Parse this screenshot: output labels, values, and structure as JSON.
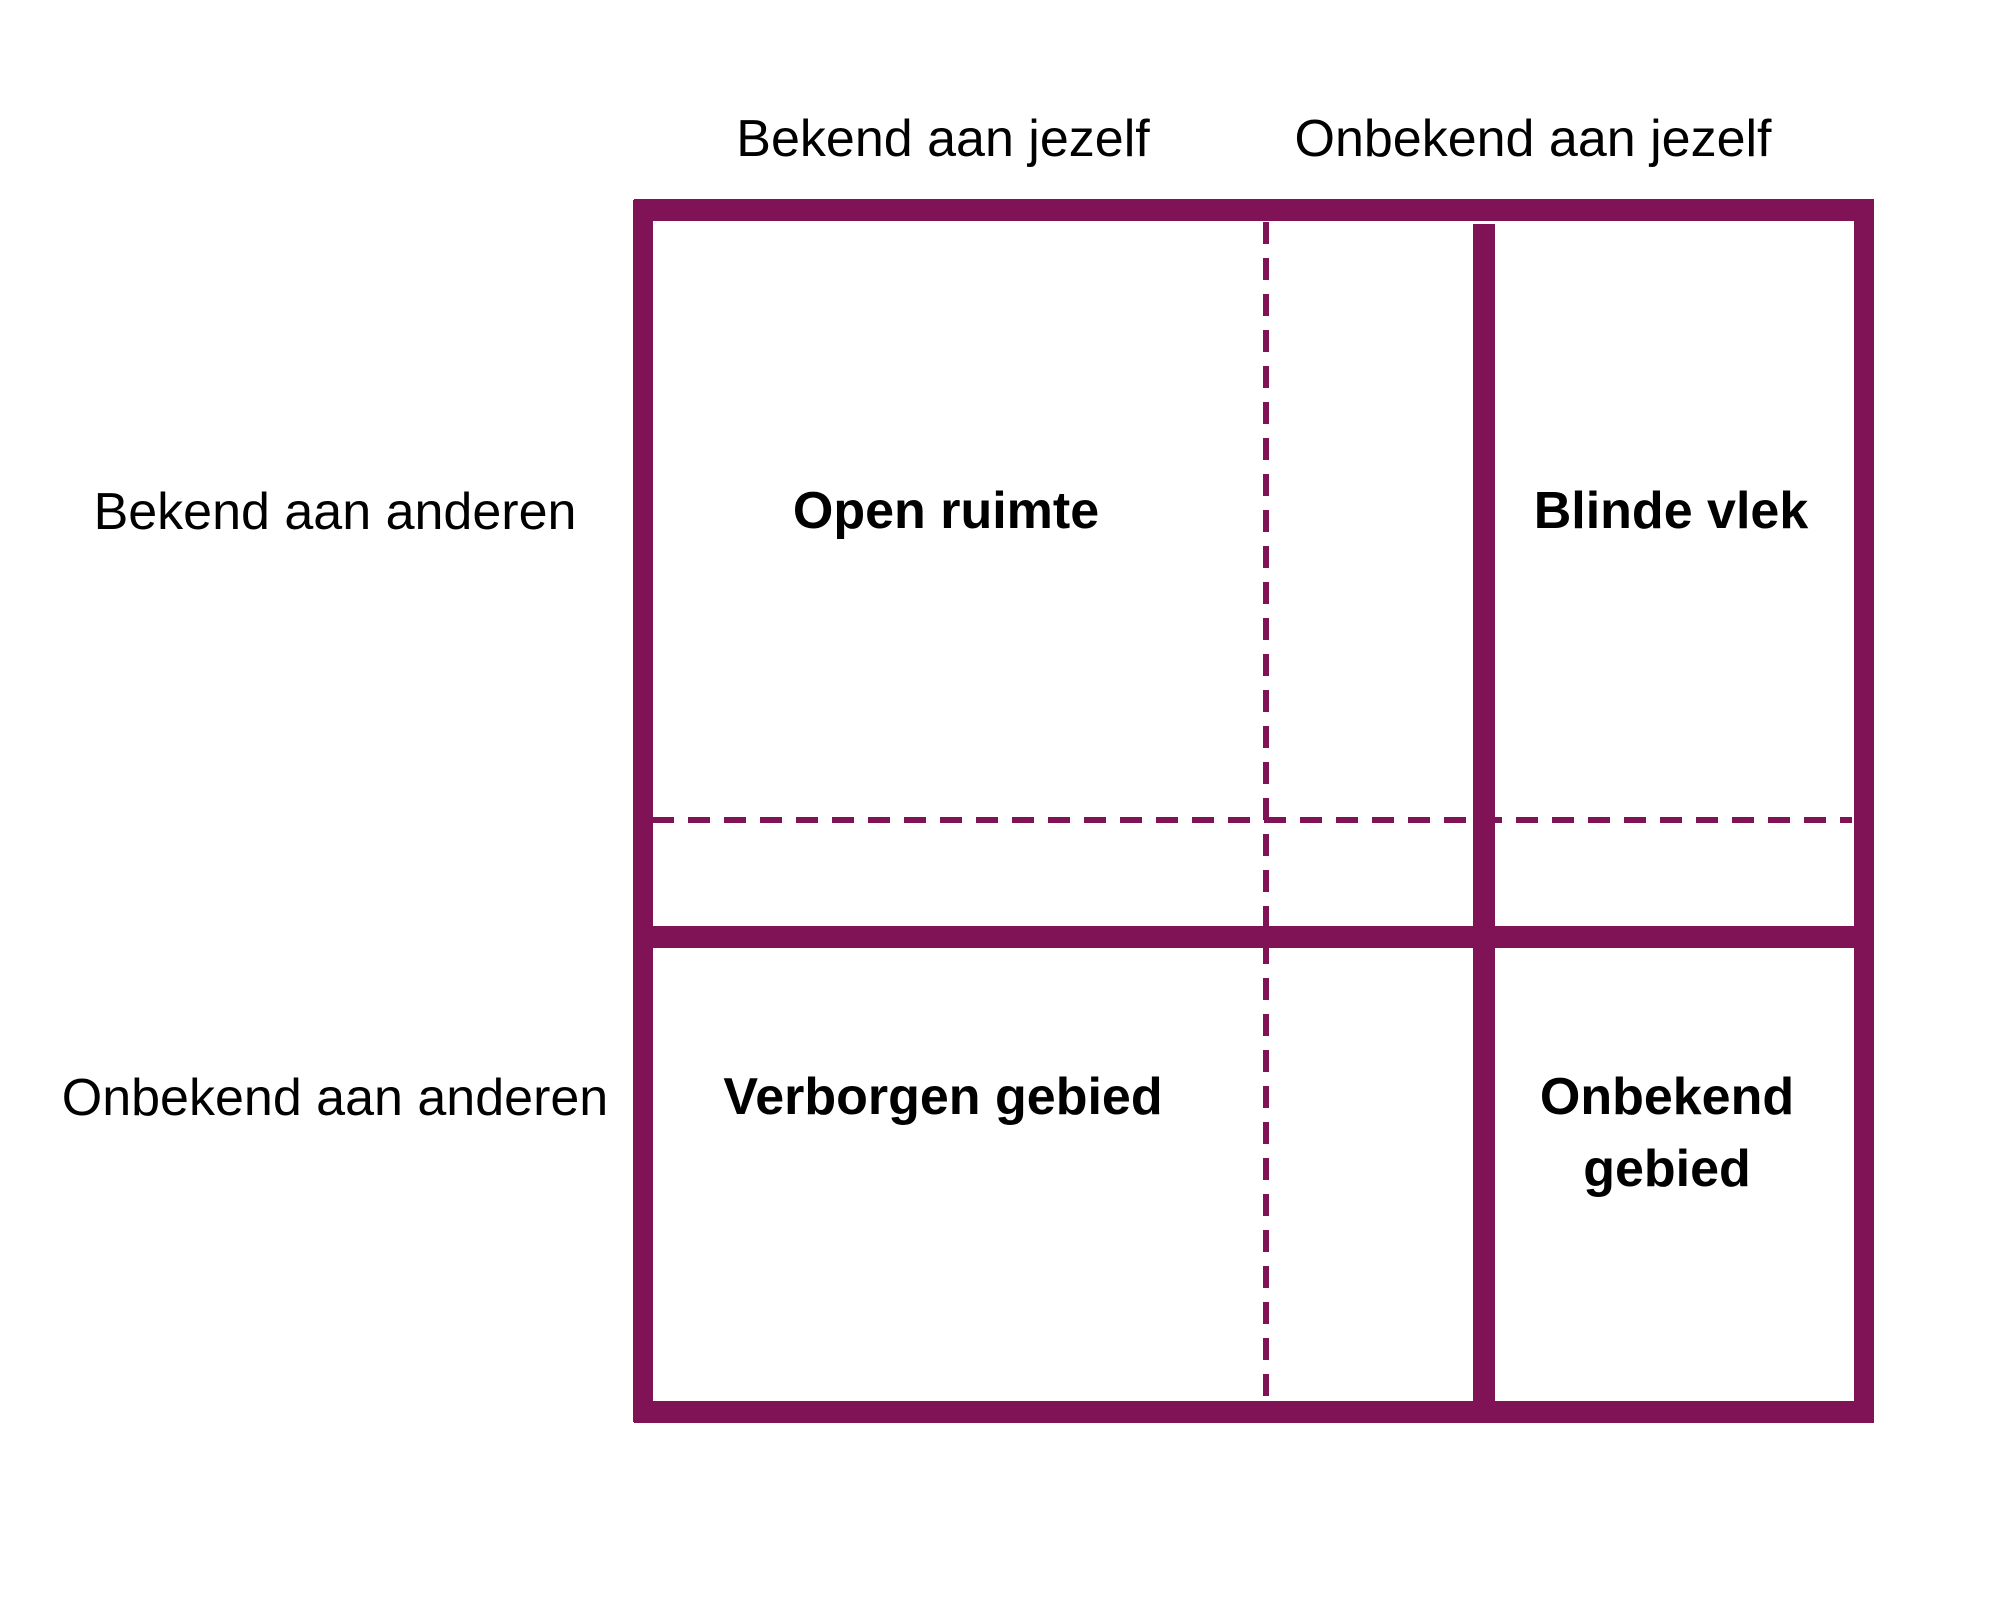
{
  "colors": {
    "line": "#7f1356",
    "background": "#ffffff",
    "text": "#000000"
  },
  "column_headers": {
    "known_to_self": "Bekend aan jezelf",
    "unknown_to_self": "Onbekend aan jezelf"
  },
  "row_headers": {
    "known_to_others": "Bekend aan anderen",
    "unknown_to_others": "Onbekend aan anderen"
  },
  "quadrants": {
    "open": "Open ruimte",
    "blind": "Blinde vlek",
    "hidden": "Verborgen gebied",
    "unknown_line1": "Onbekend",
    "unknown_line2": "gebied"
  }
}
